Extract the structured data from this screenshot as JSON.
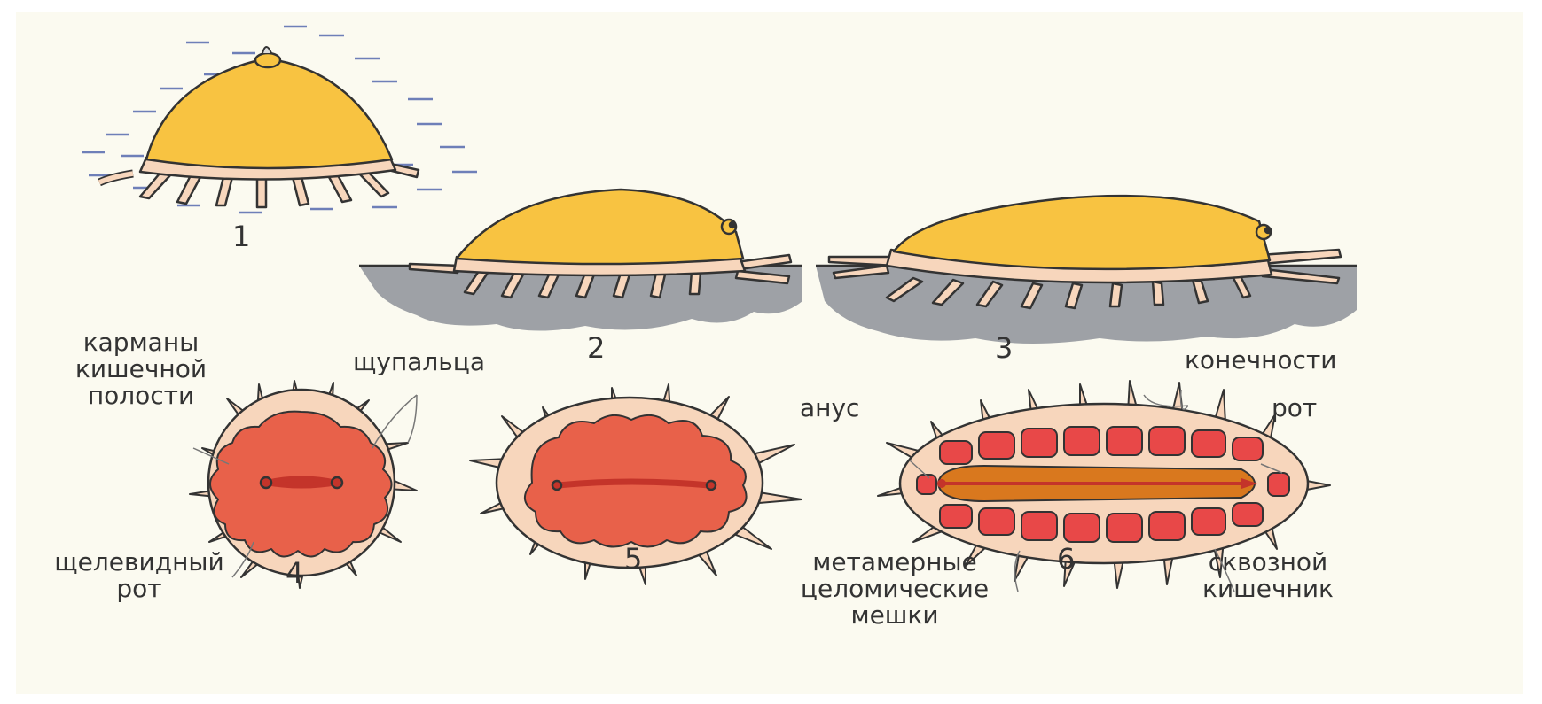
{
  "figure_numbers": [
    "1",
    "2",
    "3",
    "4",
    "5",
    "6"
  ],
  "labels": {
    "gut_pockets": [
      "карманы",
      "кишечной",
      "полости"
    ],
    "tentacles": "щупальца",
    "slit_mouth": [
      "щелевидный",
      "рот"
    ],
    "limbs": "конечности",
    "anus": "анус",
    "mouth": "рот",
    "metameric_sacs": [
      "метамерные",
      "целомические",
      "мешки"
    ],
    "through_gut": [
      "сквозной",
      "кишечник"
    ]
  },
  "colors": {
    "body": "#f8c341",
    "skin": "#f7d6bc",
    "gut": "#e8614a",
    "gut_dark": "#c4342a",
    "coelom": "#e84848",
    "intestine": "#d9781e",
    "ground": "#9ea1a6",
    "water": "#6e7fb8",
    "outline": "#333333"
  }
}
